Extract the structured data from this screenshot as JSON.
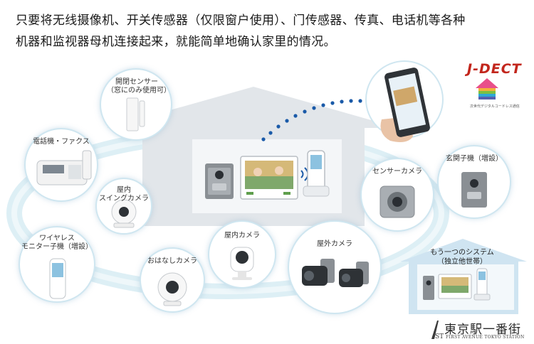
{
  "intro": {
    "line1": "只要将无线摄像机、开关传感器（仅限窗户使用）、门传感器、传真、电话机等各种",
    "line2": "机器和监视器母机连接起来，就能简单地确认家里的情况。"
  },
  "devices": {
    "window_sensor": {
      "line1": "開閉センサー",
      "line2": "（窓にのみ使用可）"
    },
    "fax": "電話機・ファクス",
    "swing_camera": {
      "line1": "屋内",
      "line2": "スイングカメラ"
    },
    "monitor_handset": {
      "line1": "ワイヤレス",
      "line2": "モニター子機（増設）"
    },
    "talk_camera": "おはなしカメラ",
    "indoor_camera": "屋内カメラ",
    "outdoor_camera": "屋外カメラ",
    "sensor_camera": "センサーカメラ",
    "door_station": "玄関子機（増設）"
  },
  "badge": {
    "logo": "J-DECT",
    "sub": "次世代デジタルコードレス通信"
  },
  "system": {
    "line1": "もう一つのシステム",
    "line2": "（独立他世帯）"
  },
  "watermark": {
    "name": "東京駅一番街",
    "sub": "FIRST AVENUE TOKYO STATION",
    "mark": "1st"
  },
  "colors": {
    "ring": "#cfe6f0",
    "house": "#e2e6ea",
    "dots": "#1a5aa8",
    "logo_red": "#c2261c",
    "circle_shadow": "#9cc6da"
  }
}
